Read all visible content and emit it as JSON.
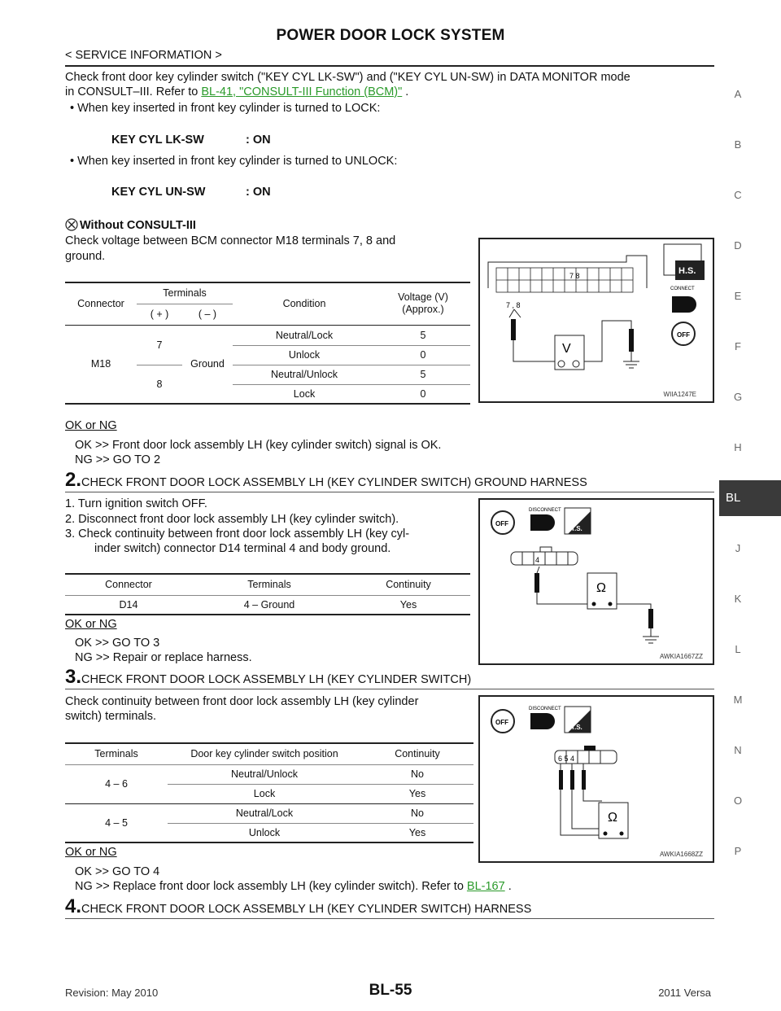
{
  "header": {
    "title": "POWER DOOR LOCK SYSTEM",
    "section": "< SERVICE INFORMATION >"
  },
  "side_index": {
    "letters": [
      "A",
      "B",
      "C",
      "D",
      "E",
      "F",
      "G",
      "H",
      "BL",
      "J",
      "K",
      "L",
      "M",
      "N",
      "O",
      "P"
    ],
    "active": "BL"
  },
  "intro": {
    "line1": "Check front door key cylinder switch (\"KEY CYL LK-SW\") and (\"KEY CYL UN-SW) in DATA MONITOR mode",
    "line2_prefix": "in CONSULT–III. Refer to ",
    "line2_link": "BL-41, \"CONSULT-III Function (BCM)\"",
    "line2_suffix": " .",
    "bullet1": "•  When key inserted in front key cylinder is turned to LOCK:",
    "value1_label": "KEY CYL LK-SW",
    "value1": ": ON",
    "bullet2": "•  When key inserted in front key cylinder is turned to UNLOCK:",
    "value2_label": "KEY CYL UN-SW",
    "value2": ": ON"
  },
  "without_consult": {
    "heading": "Without CONSULT-III",
    "text1": "Check voltage between BCM connector M18 terminals 7, 8 and",
    "text2": "ground.",
    "table": {
      "h_connector": "Connector",
      "h_terminals": "Terminals",
      "h_plus": "( + )",
      "h_minus": "( – )",
      "h_condition": "Condition",
      "h_voltage": "Voltage (V)",
      "h_approx": "(Approx.)",
      "connector": "M18",
      "t7": "7",
      "t8": "8",
      "ground": "Ground",
      "rows": [
        {
          "condition": "Neutral/Lock",
          "voltage": "5"
        },
        {
          "condition": "Unlock",
          "voltage": "0"
        },
        {
          "condition": "Neutral/Unlock",
          "voltage": "5"
        },
        {
          "condition": "Lock",
          "voltage": "0"
        }
      ]
    },
    "figure_caption": "WIIA1247E",
    "fig_labels": {
      "pins": "7  8",
      "probe": "7 , 8",
      "hs": "H.S.",
      "connect": "CONNECT",
      "off": "OFF",
      "meter": "V"
    },
    "okng": "OK or NG",
    "ok": "OK      >> Front door lock assembly LH (key cylinder switch) signal is OK.",
    "ng": "NG      >> GO TO 2"
  },
  "step2": {
    "num": "2.",
    "title": "CHECK FRONT DOOR LOCK ASSEMBLY LH (KEY CYLINDER SWITCH) GROUND HARNESS",
    "s1": "1.  Turn ignition switch OFF.",
    "s2": "2.  Disconnect front door lock assembly LH (key cylinder switch).",
    "s3a": "3.  Check continuity between front door lock assembly LH (key cyl-",
    "s3b": "inder switch) connector D14 terminal 4 and body ground.",
    "table": {
      "h_connector": "Connector",
      "h_terminals": "Terminals",
      "h_continuity": "Continuity",
      "connector": "D14",
      "terminals": "4 – Ground",
      "continuity": "Yes"
    },
    "figure_caption": "AWKIA1667ZZ",
    "fig_labels": {
      "disconnect": "DISCONNECT",
      "ts": "T.S.",
      "pin": "4",
      "off": "OFF",
      "meter": "Ω"
    },
    "okng": "OK or NG",
    "ok": "OK      >> GO TO 3",
    "ng": "NG      >> Repair or replace harness."
  },
  "step3": {
    "num": "3.",
    "title": "CHECK FRONT DOOR LOCK ASSEMBLY LH (KEY CYLINDER SWITCH)",
    "text1": "Check continuity between front door lock assembly LH (key cylinder",
    "text2": "switch) terminals.",
    "table": {
      "h_terminals": "Terminals",
      "h_position": "Door key cylinder switch position",
      "h_continuity": "Continuity",
      "groups": [
        {
          "terminals": "4 – 6",
          "rows": [
            {
              "position": "Neutral/Unlock",
              "continuity": "No"
            },
            {
              "position": "Lock",
              "continuity": "Yes"
            }
          ]
        },
        {
          "terminals": "4 – 5",
          "rows": [
            {
              "position": "Neutral/Lock",
              "continuity": "No"
            },
            {
              "position": "Unlock",
              "continuity": "Yes"
            }
          ]
        }
      ]
    },
    "figure_caption": "AWKIA1668ZZ",
    "fig_labels": {
      "disconnect": "DISCONNECT",
      "ts": "T.S.",
      "pins": "6  5  4",
      "off": "OFF",
      "meter": "Ω"
    },
    "okng": "OK or NG",
    "ok": "OK      >> GO TO 4",
    "ng_prefix": "NG      >> Replace front door lock assembly LH (key cylinder switch). Refer to ",
    "ng_link": "BL-167",
    "ng_suffix": " ."
  },
  "step4": {
    "num": "4.",
    "title": "CHECK FRONT DOOR LOCK ASSEMBLY LH (KEY CYLINDER SWITCH) HARNESS"
  },
  "footer": {
    "revision": "Revision: May 2010",
    "page": "BL-55",
    "model": "2011 Versa"
  }
}
